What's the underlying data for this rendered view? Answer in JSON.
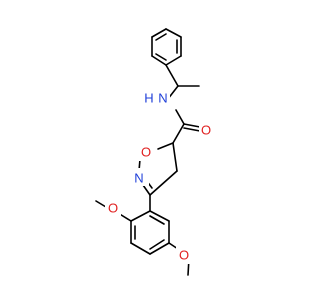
{
  "labels": {
    "amide_nh": "H",
    "amide_n": "N",
    "carbonyl_o": "O",
    "ring_o": "O",
    "ring_n": "N",
    "methoxy_o_upper": "O",
    "methoxy_o_lower": "O"
  },
  "colors": {
    "carbon": "#000000",
    "nitrogen": "#1f3fd9",
    "oxygen": "#e02020",
    "background": "#ffffff"
  }
}
